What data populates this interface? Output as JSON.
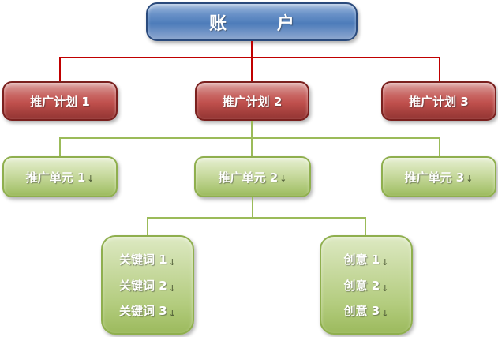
{
  "diagram": {
    "type": "org-chart",
    "root": {
      "label": "账 户"
    },
    "plans": [
      {
        "label": "推广计划 1"
      },
      {
        "label": "推广计划 2"
      },
      {
        "label": "推广计划 3"
      }
    ],
    "units": [
      {
        "label": "推广单元 1",
        "suffix": "↓"
      },
      {
        "label": "推广单元 2",
        "suffix": "↓"
      },
      {
        "label": "推广单元 3",
        "suffix": "↓"
      }
    ],
    "keyword_group": {
      "items": [
        {
          "label": "关键词 1",
          "suffix": "↓"
        },
        {
          "label": "关键词 2",
          "suffix": "↓"
        },
        {
          "label": "关键词 3",
          "suffix": "↓"
        }
      ]
    },
    "creative_group": {
      "items": [
        {
          "label": "创意 1",
          "suffix": "↓"
        },
        {
          "label": "创意 2",
          "suffix": "↓"
        },
        {
          "label": "创意 3",
          "suffix": "↓"
        }
      ]
    },
    "colors": {
      "background": "#ffffff",
      "text": "#ffffff",
      "root_fill_top": "#a5bedf",
      "root_fill_mid": "#4d7cba",
      "root_fill_bottom": "#8ea8ce",
      "root_border": "#2a4a7c",
      "plan_fill_top": "#dca4a2",
      "plan_fill_mid": "#c0504d",
      "plan_fill_bottom": "#943634",
      "plan_border": "#7a201e",
      "unit_fill_top": "#e6efd2",
      "unit_fill_mid": "#bdd28e",
      "unit_fill_bottom": "#9cba5d",
      "unit_border": "#8faf4e",
      "connector_red": "#c00000",
      "connector_green": "#9bbb59"
    }
  }
}
